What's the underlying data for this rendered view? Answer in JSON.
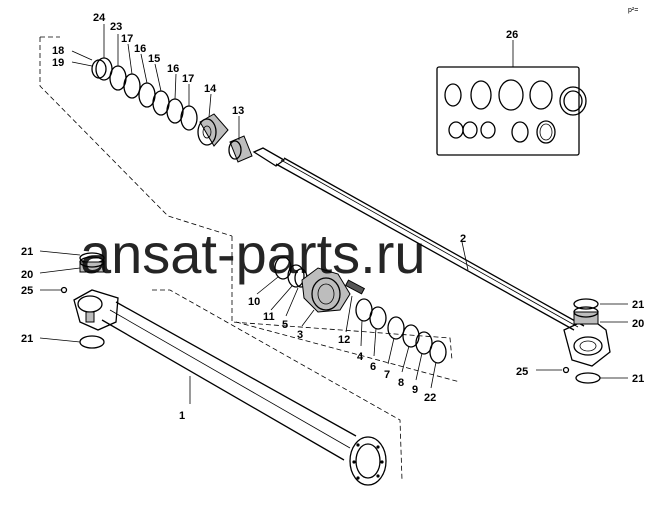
{
  "diagram": {
    "corner_mark": "p²=",
    "watermark": "ansat-parts.ru",
    "part_labels": {
      "p1": "1",
      "p2": "2",
      "p3": "3",
      "p4": "4",
      "p5": "5",
      "p6": "6",
      "p7": "7",
      "p8": "8",
      "p9": "9",
      "p10": "10",
      "p11": "11",
      "p12": "12",
      "p13": "13",
      "p14": "14",
      "p15": "15",
      "p16a": "16",
      "p16b": "16",
      "p17a": "17",
      "p17b": "17",
      "p18": "18",
      "p19": "19",
      "p20a": "20",
      "p20b": "20",
      "p21a": "21",
      "p21b": "21",
      "p21c": "21",
      "p21d": "21",
      "p22": "22",
      "p23": "23",
      "p24": "24",
      "p25a": "25",
      "p25b": "25",
      "p26": "26"
    }
  }
}
